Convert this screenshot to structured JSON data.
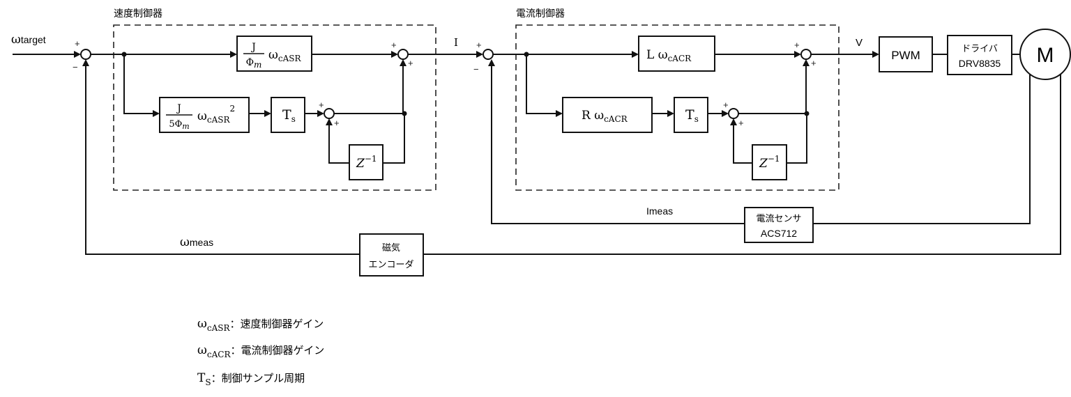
{
  "groups": {
    "speed_controller": {
      "title": "速度制御器"
    },
    "current_controller": {
      "title": "電流制御器"
    }
  },
  "signals": {
    "target": {
      "omega": "ω",
      "suffix": "target"
    },
    "current_ref": "I",
    "voltage": "V",
    "i_meas": "Imeas",
    "w_meas": {
      "omega": "ω",
      "suffix": "meas"
    }
  },
  "speed_blocks": {
    "proportional": {
      "num": "J",
      "den": "Φ",
      "den_sub": "m",
      "gain": "ω",
      "gain_sub": "cASR"
    },
    "integral": {
      "num": "J",
      "den_prefix": "5Φ",
      "den_sub": "m",
      "gain": "ω",
      "gain_sub": "cASR",
      "power": "2"
    },
    "ts": {
      "main": "T",
      "sub": "s"
    },
    "delay": {
      "main": "Z",
      "sup": "−1"
    }
  },
  "current_blocks": {
    "proportional": {
      "coef": "L ω",
      "gain_sub": "cACR"
    },
    "integral": {
      "coef": "R ω",
      "gain_sub": "cACR"
    },
    "ts": {
      "main": "T",
      "sub": "s"
    },
    "delay": {
      "main": "Z",
      "sup": "−1"
    }
  },
  "plant_blocks": {
    "pwm": "PWM",
    "driver": {
      "line1": "ドライバ",
      "line2": "DRV8835"
    },
    "motor": "M",
    "current_sensor": {
      "line1": "電流センサ",
      "line2": "ACS712"
    },
    "encoder": {
      "line1": "磁気",
      "line2": "エンコーダ"
    }
  },
  "summing_signs": {
    "sum_speed_error": [
      "+",
      "−"
    ],
    "sum_speed_out": [
      "+",
      "+"
    ],
    "sum_speed_int": [
      "+",
      "+"
    ],
    "sum_current_error": [
      "+",
      "−"
    ],
    "sum_current_out": [
      "+",
      "+"
    ],
    "sum_current_int": [
      "+",
      "+"
    ]
  },
  "legend": [
    {
      "symbol": "ω",
      "sub": "cASR",
      "sep": "：",
      "desc": "速度制御器ゲイン"
    },
    {
      "symbol": "ω",
      "sub": "cACR",
      "sep": "：",
      "desc": "電流制御器ゲイン"
    },
    {
      "symbol": "T",
      "sub": "S",
      "sep": "：",
      "desc": "制御サンプル周期"
    }
  ]
}
